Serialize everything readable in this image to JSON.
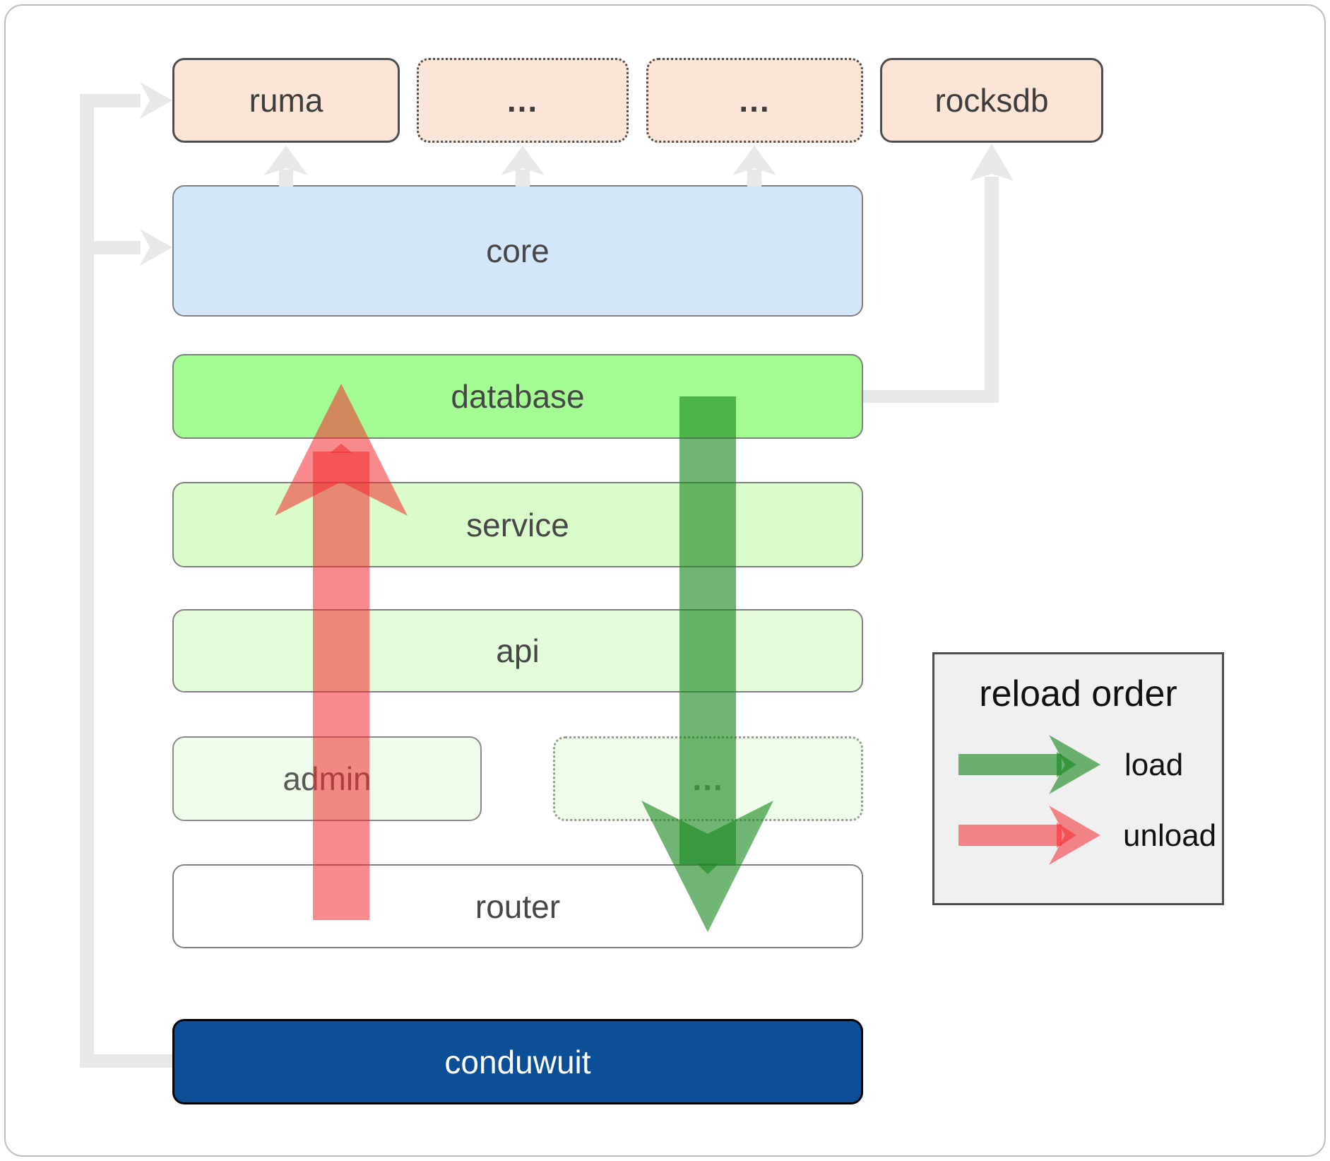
{
  "diagram": {
    "top_row": {
      "ruma": "ruma",
      "ellipsis1": "...",
      "ellipsis2": "...",
      "rocksdb": "rocksdb"
    },
    "layers": {
      "core": "core",
      "database": "database",
      "service": "service",
      "api": "api",
      "admin": "admin",
      "admin_ellipsis": "...",
      "router": "router",
      "conduwuit": "conduwuit"
    },
    "legend": {
      "title": "reload order",
      "load_label": "load",
      "unload_label": "unload"
    },
    "colors": {
      "load_arrow": "#19871e",
      "unload_arrow": "#f3282d",
      "connector": "#e8e8e8",
      "database_accent": "#a4fa93",
      "conduwuit_brand": "#0d4f96"
    },
    "icons": {
      "load_arrow": "thick-down-arrow",
      "unload_arrow": "thick-up-arrow",
      "connector_arrow": "thick-gray-arrow"
    }
  }
}
